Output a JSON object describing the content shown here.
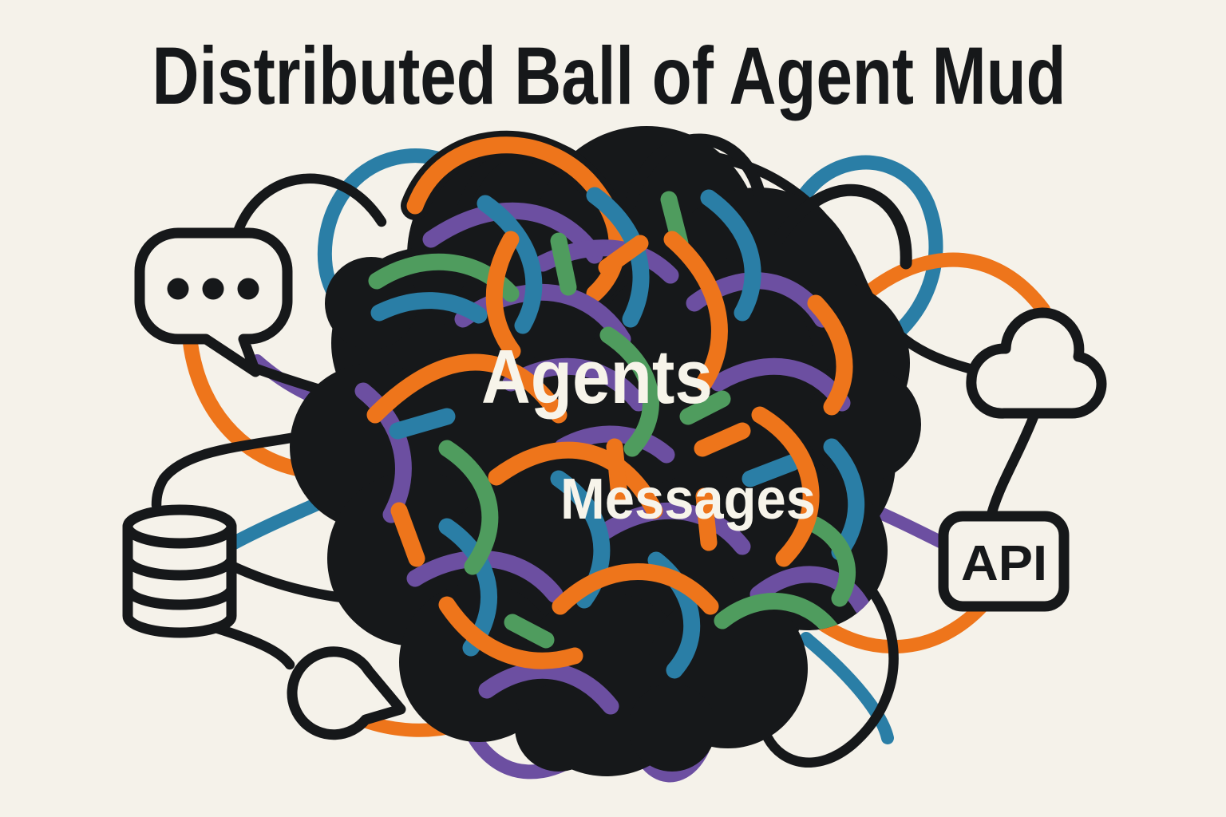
{
  "title": "Distributed Ball of Agent Mud",
  "ball": {
    "label_primary": "Agents",
    "label_secondary": "Messages"
  },
  "api_box": {
    "label": "API"
  },
  "icons": {
    "speech_bubble": "speech-bubble-icon",
    "database": "database-icon",
    "cloud": "cloud-icon",
    "api_box": "api-box-icon",
    "small_speech_bubble": "small-speech-bubble-icon"
  },
  "colors": {
    "background": "#F5F2EA",
    "ink": "#16181A",
    "orange": "#EE751B",
    "purple": "#6C4FA1",
    "teal": "#2A7EA6",
    "green": "#4F9C5E",
    "light_text": "#F7F4EA"
  }
}
